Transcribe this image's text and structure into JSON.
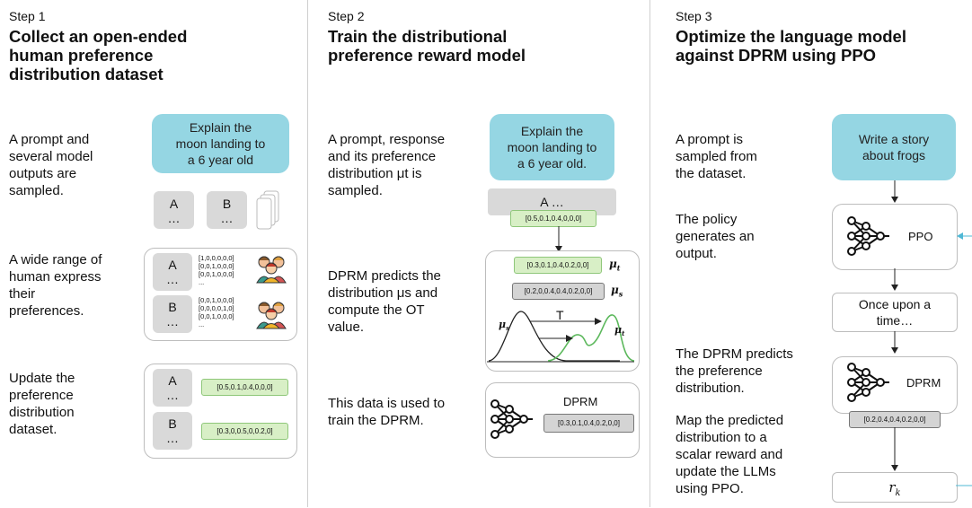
{
  "steps": [
    {
      "label": "Step 1",
      "title_lines": [
        "Collect an open-ended",
        "human preference",
        "distribution dataset"
      ]
    },
    {
      "label": "Step 2",
      "title_lines": [
        "Train the distributional",
        "preference reward model"
      ]
    },
    {
      "label": "Step 3",
      "title_lines": [
        "Optimize the language model",
        "against DPRM using PPO"
      ]
    }
  ],
  "step1": {
    "desc1_lines": [
      "A prompt and",
      "several model",
      "outputs are",
      "sampled."
    ],
    "prompt_lines": [
      "Explain the",
      "moon landing to",
      "a 6 year old"
    ],
    "tile_a": "A",
    "tile_b": "B",
    "ellipsis": "…",
    "desc2_lines": [
      "A wide range of",
      "human express",
      "their",
      "preferences."
    ],
    "votes_a": [
      "[1,0,0,0,0,0]",
      "[0,0,1,0,0,0]",
      "[0,0,1,0,0,0]",
      "..."
    ],
    "votes_b": [
      "[0,0,1,0,0,0]",
      "[0,0,0,0,1,0]",
      "[0,0,1,0,0,0]",
      "..."
    ],
    "desc3_lines": [
      "Update the",
      "preference",
      "distribution",
      "dataset."
    ],
    "dist_a": "[0.5,0.1,0.4,0,0,0]",
    "dist_b": "[0.3,0,0.5,0,0.2,0]"
  },
  "step2": {
    "desc1_lines": [
      "A prompt, response",
      "and its preference",
      "distribution μt is",
      "sampled."
    ],
    "prompt_lines": [
      "Explain the",
      "moon landing to",
      "a 6 year old."
    ],
    "response": "A …",
    "response_dist": "[0.5,0.1,0.4,0,0,0]",
    "desc2_lines": [
      "DPRM predicts the",
      "distribution μs and",
      "compute the OT",
      "value."
    ],
    "mu_t_dist": "[0.3,0.1,0.4,0.2,0,0]",
    "mu_s_dist": "[0.2,0,0.4,0.4,0.2,0,0]",
    "mu_t": "μt",
    "mu_s": "μs",
    "transport_label": "T",
    "desc3_lines": [
      "This data is used to",
      "train the DPRM."
    ],
    "model_name": "DPRM",
    "model_dist": "[0.3,0.1,0.4,0.2,0,0]"
  },
  "step3": {
    "desc1_lines": [
      "A prompt is",
      "sampled from",
      "the dataset."
    ],
    "prompt_lines": [
      "Write a story",
      "about frogs"
    ],
    "desc2_lines": [
      "The policy",
      "generates an",
      "output."
    ],
    "policy_name": "PPO",
    "output_lines": [
      "Once upon a",
      "time…"
    ],
    "desc3_lines": [
      "The DPRM predicts",
      "the preference",
      "distribution."
    ],
    "reward_model_name": "DPRM",
    "pred_dist": "[0.2,0.4,0.4,0.2,0,0]",
    "desc4_lines": [
      "Map the predicted",
      "distribution to a",
      "scalar reward and",
      "update the LLMs",
      "using PPO."
    ],
    "reward_symbol": "rk"
  },
  "colors": {
    "prompt": "#95d6e3",
    "green": "#d8efc6",
    "gray": "#d4d4d4",
    "accent_arrow": "#4fb8d6"
  }
}
